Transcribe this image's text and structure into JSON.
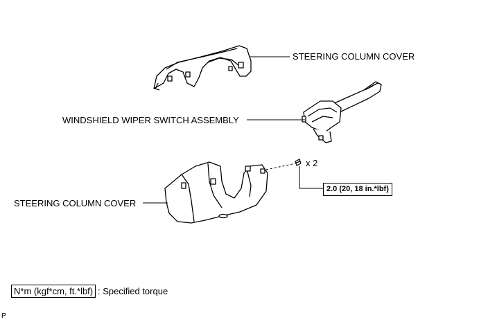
{
  "labels": {
    "upper_cover": "STEERING COLUMN COVER",
    "wiper_switch": "WINDSHIELD WIPER SWITCH ASSEMBLY",
    "lower_cover": "STEERING COLUMN COVER",
    "screw_qty": "x 2"
  },
  "torque": {
    "spec": "2.0 (20, 18 in.*lbf)"
  },
  "legend": {
    "unit_box": "N*m (kgf*cm, ft.*lbf)",
    "description": ": Specified torque"
  },
  "corner_mark": "P"
}
